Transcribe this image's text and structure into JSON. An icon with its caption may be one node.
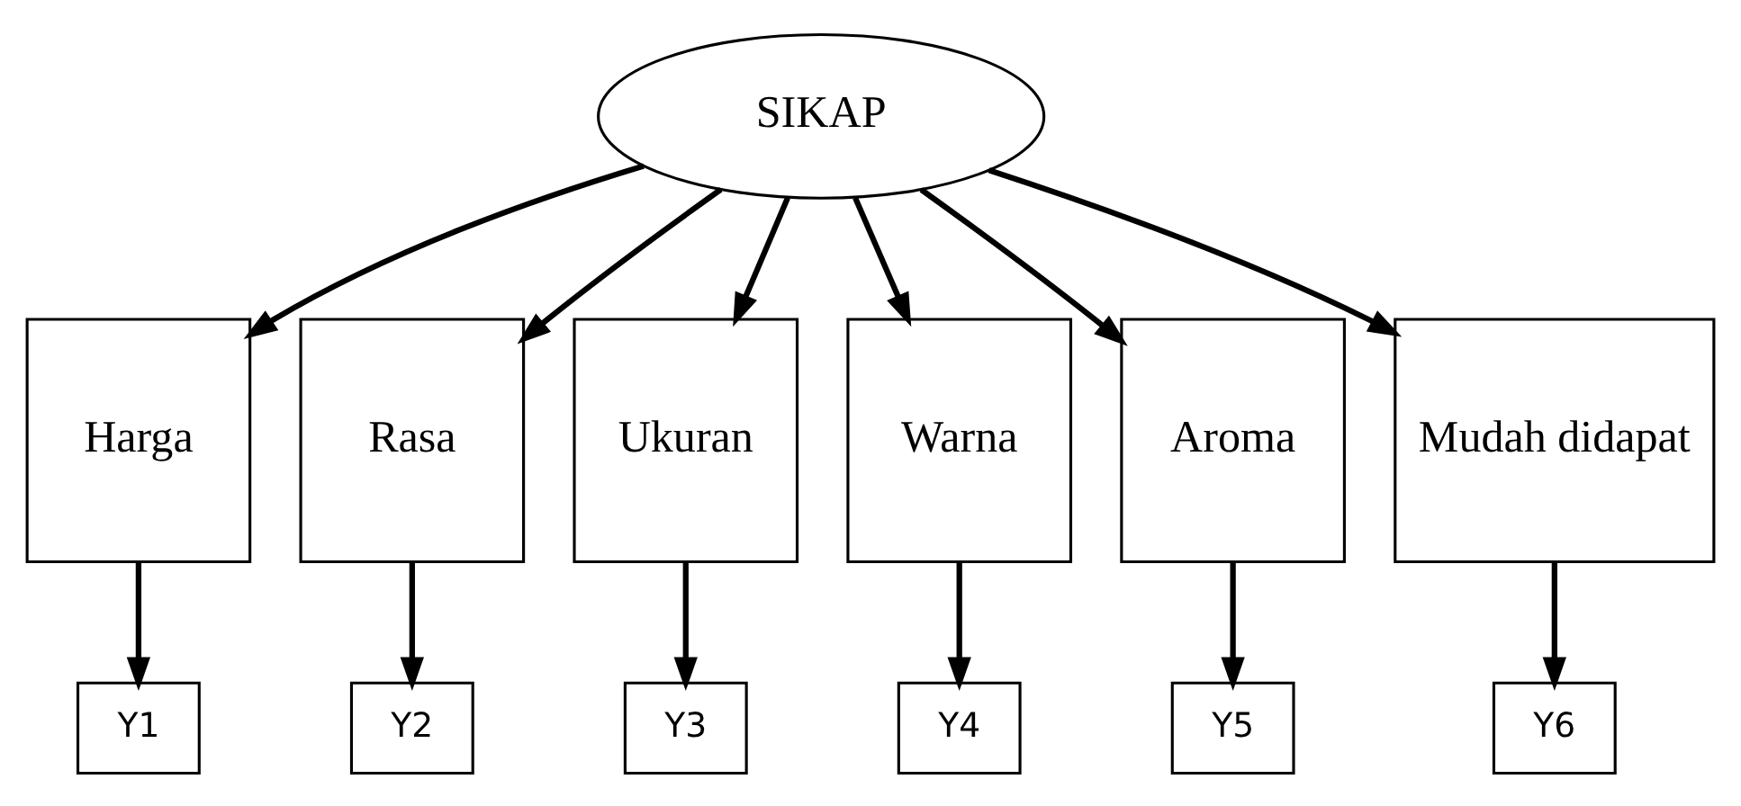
{
  "diagram": {
    "nodes": [
      {
        "text": [
          "SIKAP"
        ]
      },
      {
        "text": [
          "Harga"
        ]
      },
      {
        "text": [
          "Rasa"
        ]
      },
      {
        "text": [
          "Ukuran"
        ]
      },
      {
        "text": [
          "Warna"
        ]
      },
      {
        "text": [
          "Aroma"
        ]
      },
      {
        "text": [
          "Mudah didapat"
        ]
      },
      {
        "text": [
          "Y1"
        ]
      },
      {
        "text": [
          "Y2"
        ]
      },
      {
        "text": [
          "Y3"
        ]
      },
      {
        "text": [
          "Y4"
        ]
      },
      {
        "text": [
          "Y5"
        ]
      },
      {
        "text": [
          "Y6"
        ]
      }
    ],
    "edges": [
      {
        "from": 0,
        "to": 1,
        "arrow": "to"
      },
      {
        "from": 0,
        "to": 2,
        "arrow": "to"
      },
      {
        "from": 0,
        "to": 3,
        "arrow": "to"
      },
      {
        "from": 0,
        "to": 4,
        "arrow": "to"
      },
      {
        "from": 0,
        "to": 5,
        "arrow": "to"
      },
      {
        "from": 0,
        "to": 6,
        "arrow": "to"
      },
      {
        "from": 1,
        "to": 7,
        "arrow": "to"
      },
      {
        "from": 2,
        "to": 8,
        "arrow": "to"
      },
      {
        "from": 3,
        "to": 9,
        "arrow": "to"
      },
      {
        "from": 4,
        "to": 10,
        "arrow": "to"
      },
      {
        "from": 5,
        "to": 11,
        "arrow": "to"
      },
      {
        "from": 6,
        "to": 12,
        "arrow": "to"
      }
    ]
  }
}
